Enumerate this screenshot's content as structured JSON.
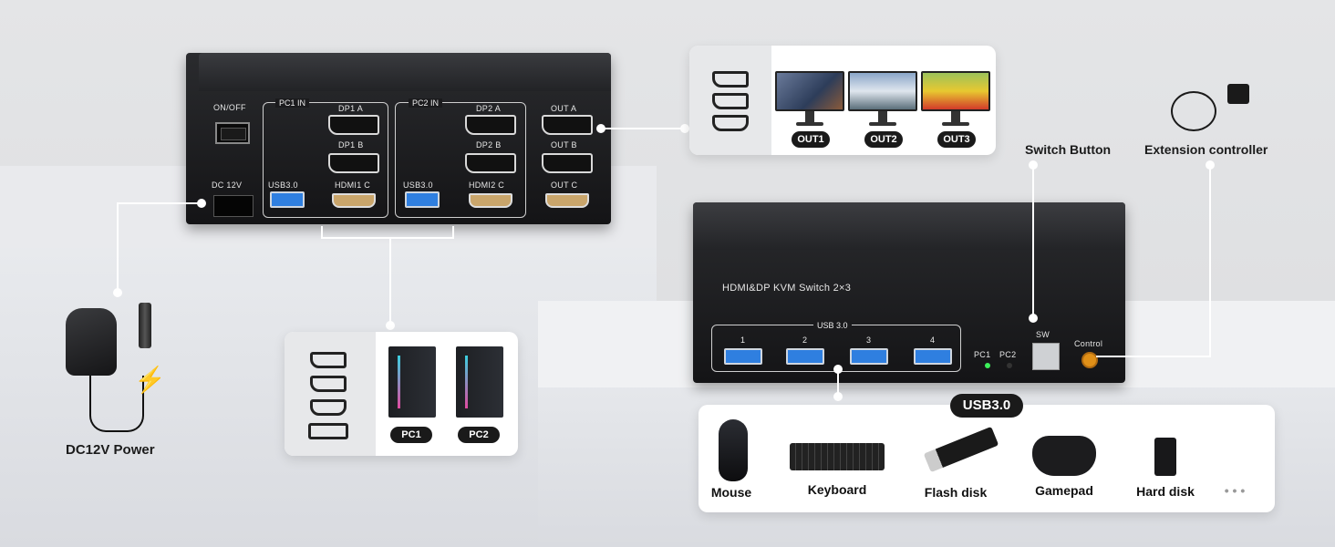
{
  "rear_panel": {
    "on_off": "ON/OFF",
    "dc_12v": "DC 12V",
    "pc1_in": "PC1 IN",
    "pc2_in": "PC2 IN",
    "dp1_a": "DP1 A",
    "dp1_b": "DP1 B",
    "dp2_a": "DP2 A",
    "dp2_b": "DP2 B",
    "out_a": "OUT A",
    "out_b": "OUT B",
    "out_c": "OUT C",
    "usb1": "USB3.0",
    "usb2": "USB3.0",
    "hdmi1_c": "HDMI1 C",
    "hdmi2_c": "HDMI2 C"
  },
  "front_panel": {
    "title": "HDMI&DP KVM Switch 2×3",
    "usb_label": "USB 3.0",
    "ports": [
      "1",
      "2",
      "3",
      "4"
    ],
    "pc1": "PC1",
    "pc2": "PC2",
    "sw": "SW",
    "control": "Control"
  },
  "callouts": {
    "switch_button": "Switch Button",
    "extension_controller": "Extension controller",
    "dc12v_power": "DC12V Power",
    "usb30": "USB3.0"
  },
  "outputs": [
    "OUT1",
    "OUT2",
    "OUT3"
  ],
  "pcs": [
    "PC1",
    "PC2"
  ],
  "peripherals": [
    "Mouse",
    "Keyboard",
    "Flash disk",
    "Gamepad",
    "Hard disk"
  ],
  "more_glyph": "• • •"
}
